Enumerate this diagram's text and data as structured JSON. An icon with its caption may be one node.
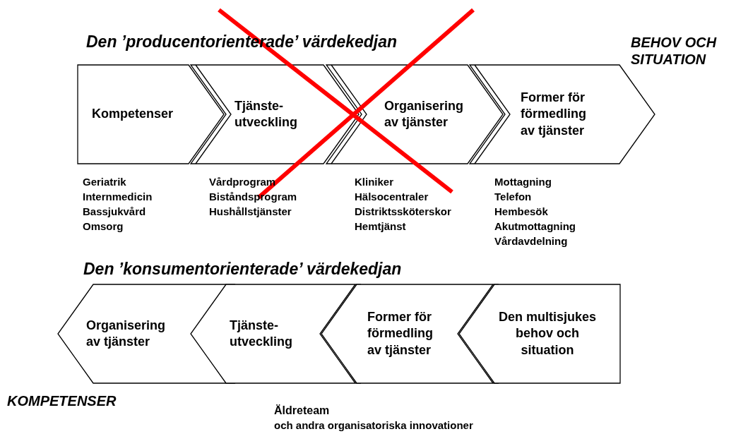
{
  "diagram": {
    "nodes": [
      {
        "text": [
          "Kompetenser"
        ],
        "beside": [
          "Geriatrik",
          "Internmedicin",
          "Bassjukvård",
          "Omsorg"
        ]
      },
      {
        "text": [
          "Tjänste- utveckling"
        ],
        "beside": [
          "Vårdprogram",
          "Biståndsprogram",
          "Hushållstjänster"
        ]
      },
      {
        "text": [
          "Organisering av tjänster"
        ],
        "beside": [
          "Kliniker",
          "Hälsocentraler",
          "Distriktssköterskor",
          "Hemtjänst"
        ]
      },
      {
        "text": [
          "Former för förmedling av tjänster"
        ],
        "beside": [
          "Mottagning",
          "Telefon",
          "Hembesök",
          "Akutmottagning",
          "Vårdavdelning"
        ]
      },
      {
        "text": [
          "Organisering av tjänster"
        ]
      },
      {
        "text": [
          "Tjänste- utveckling"
        ]
      },
      {
        "text": [
          "Former för förmedling av tjänster"
        ]
      },
      {
        "text": [
          "Den multisjukes behov och situation"
        ]
      }
    ],
    "labels": [
      "Den ’producentorienterade’ värdekedjan",
      "BEHOV OCH SITUATION",
      "Den ’konsumentorienterade’ värdekedjan",
      "KOMPETENSER",
      "Äldreteam",
      "och andra organisatoriska innovationer"
    ]
  }
}
